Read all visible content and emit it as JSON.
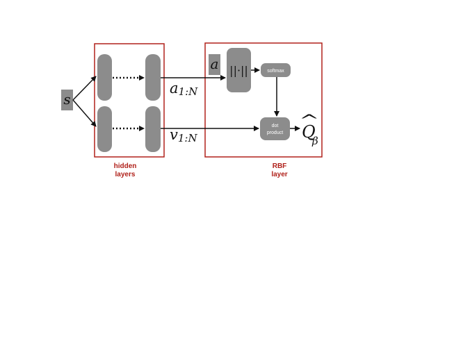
{
  "diagram": {
    "state": {
      "symbol": "s"
    },
    "action": {
      "symbol": "a"
    },
    "norm_block": {
      "label": "||·||"
    },
    "softmax_block": {
      "label": "softmax"
    },
    "dot_product_block": {
      "line1": "dot",
      "line2": "product"
    },
    "output": {
      "hat": "^",
      "symbol": "Q",
      "subscript": "β"
    },
    "edge_a": {
      "symbol": "a",
      "subscript": "1:N"
    },
    "edge_v": {
      "symbol": "v",
      "subscript": "1:N"
    },
    "hidden_layers_frame": {
      "line1": "hidden",
      "line2": "layers"
    },
    "rbf_frame": {
      "line1": "RBF",
      "line2": "layer"
    },
    "colors": {
      "frame": "#b0211a",
      "block": "#8c8c8c",
      "edge": "#111111"
    }
  }
}
